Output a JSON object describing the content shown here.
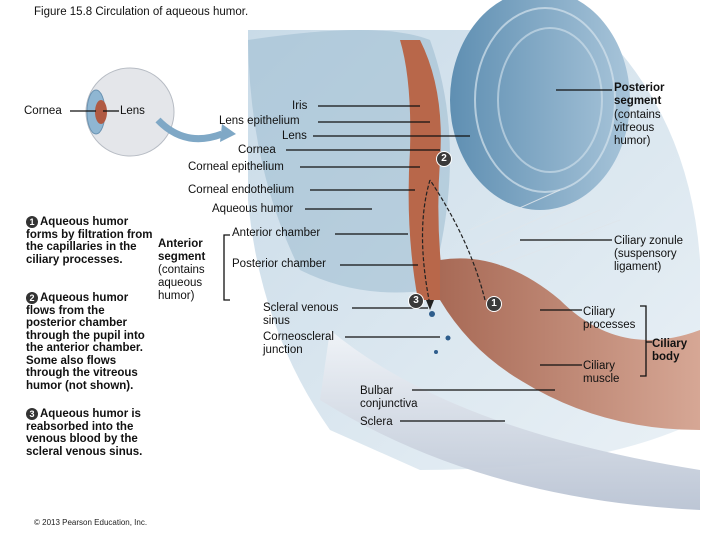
{
  "title": "Figure 15.8  Circulation of aqueous humor.",
  "inset": {
    "cornea": "Cornea",
    "lens": "Lens"
  },
  "labels": {
    "iris": "Iris",
    "lens_epithelium": "Lens epithelium",
    "lens": "Lens",
    "cornea": "Cornea",
    "corneal_epithelium": "Corneal epithelium",
    "corneal_endothelium": "Corneal endothelium",
    "aqueous_humor": "Aqueous humor",
    "anterior_chamber": "Anterior chamber",
    "posterior_chamber": "Posterior chamber",
    "scleral_venous_sinus": "Scleral venous sinus",
    "corneoscleral_junction": "Corneoscleral junction",
    "bulbar_conjunctiva": "Bulbar conjunctiva",
    "sclera": "Sclera",
    "ciliary_zonule": "Ciliary zonule (suspensory ligament)",
    "ciliary_processes": "Ciliary processes",
    "ciliary_muscle": "Ciliary muscle"
  },
  "bold_labels": {
    "posterior_segment_title": "Posterior segment",
    "posterior_segment_note": "(contains vitreous humor)",
    "anterior_segment_title": "Anterior segment",
    "anterior_segment_note": "(contains aqueous humor)",
    "ciliary_body": "Ciliary body"
  },
  "steps": [
    {
      "num": "1",
      "text": "Aqueous humor forms by filtration from the capillaries in the ciliary processes."
    },
    {
      "num": "2",
      "text": "Aqueous humor flows from the posterior chamber through the pupil into the anterior chamber. Some also flows through the vitreous humor (not shown)."
    },
    {
      "num": "3",
      "text": "Aqueous humor is reabsorbed into the venous blood by the scleral venous sinus."
    }
  ],
  "markers": {
    "m1": "1",
    "m2": "2",
    "m3": "3"
  },
  "copyright": "© 2013 Pearson Education, Inc.",
  "colors": {
    "lens": "#7fa8c6",
    "cornea": "#a9c6d8",
    "iris": "#b8674a",
    "sclera": "#dfe3ea",
    "muscle": "#c48a78"
  }
}
